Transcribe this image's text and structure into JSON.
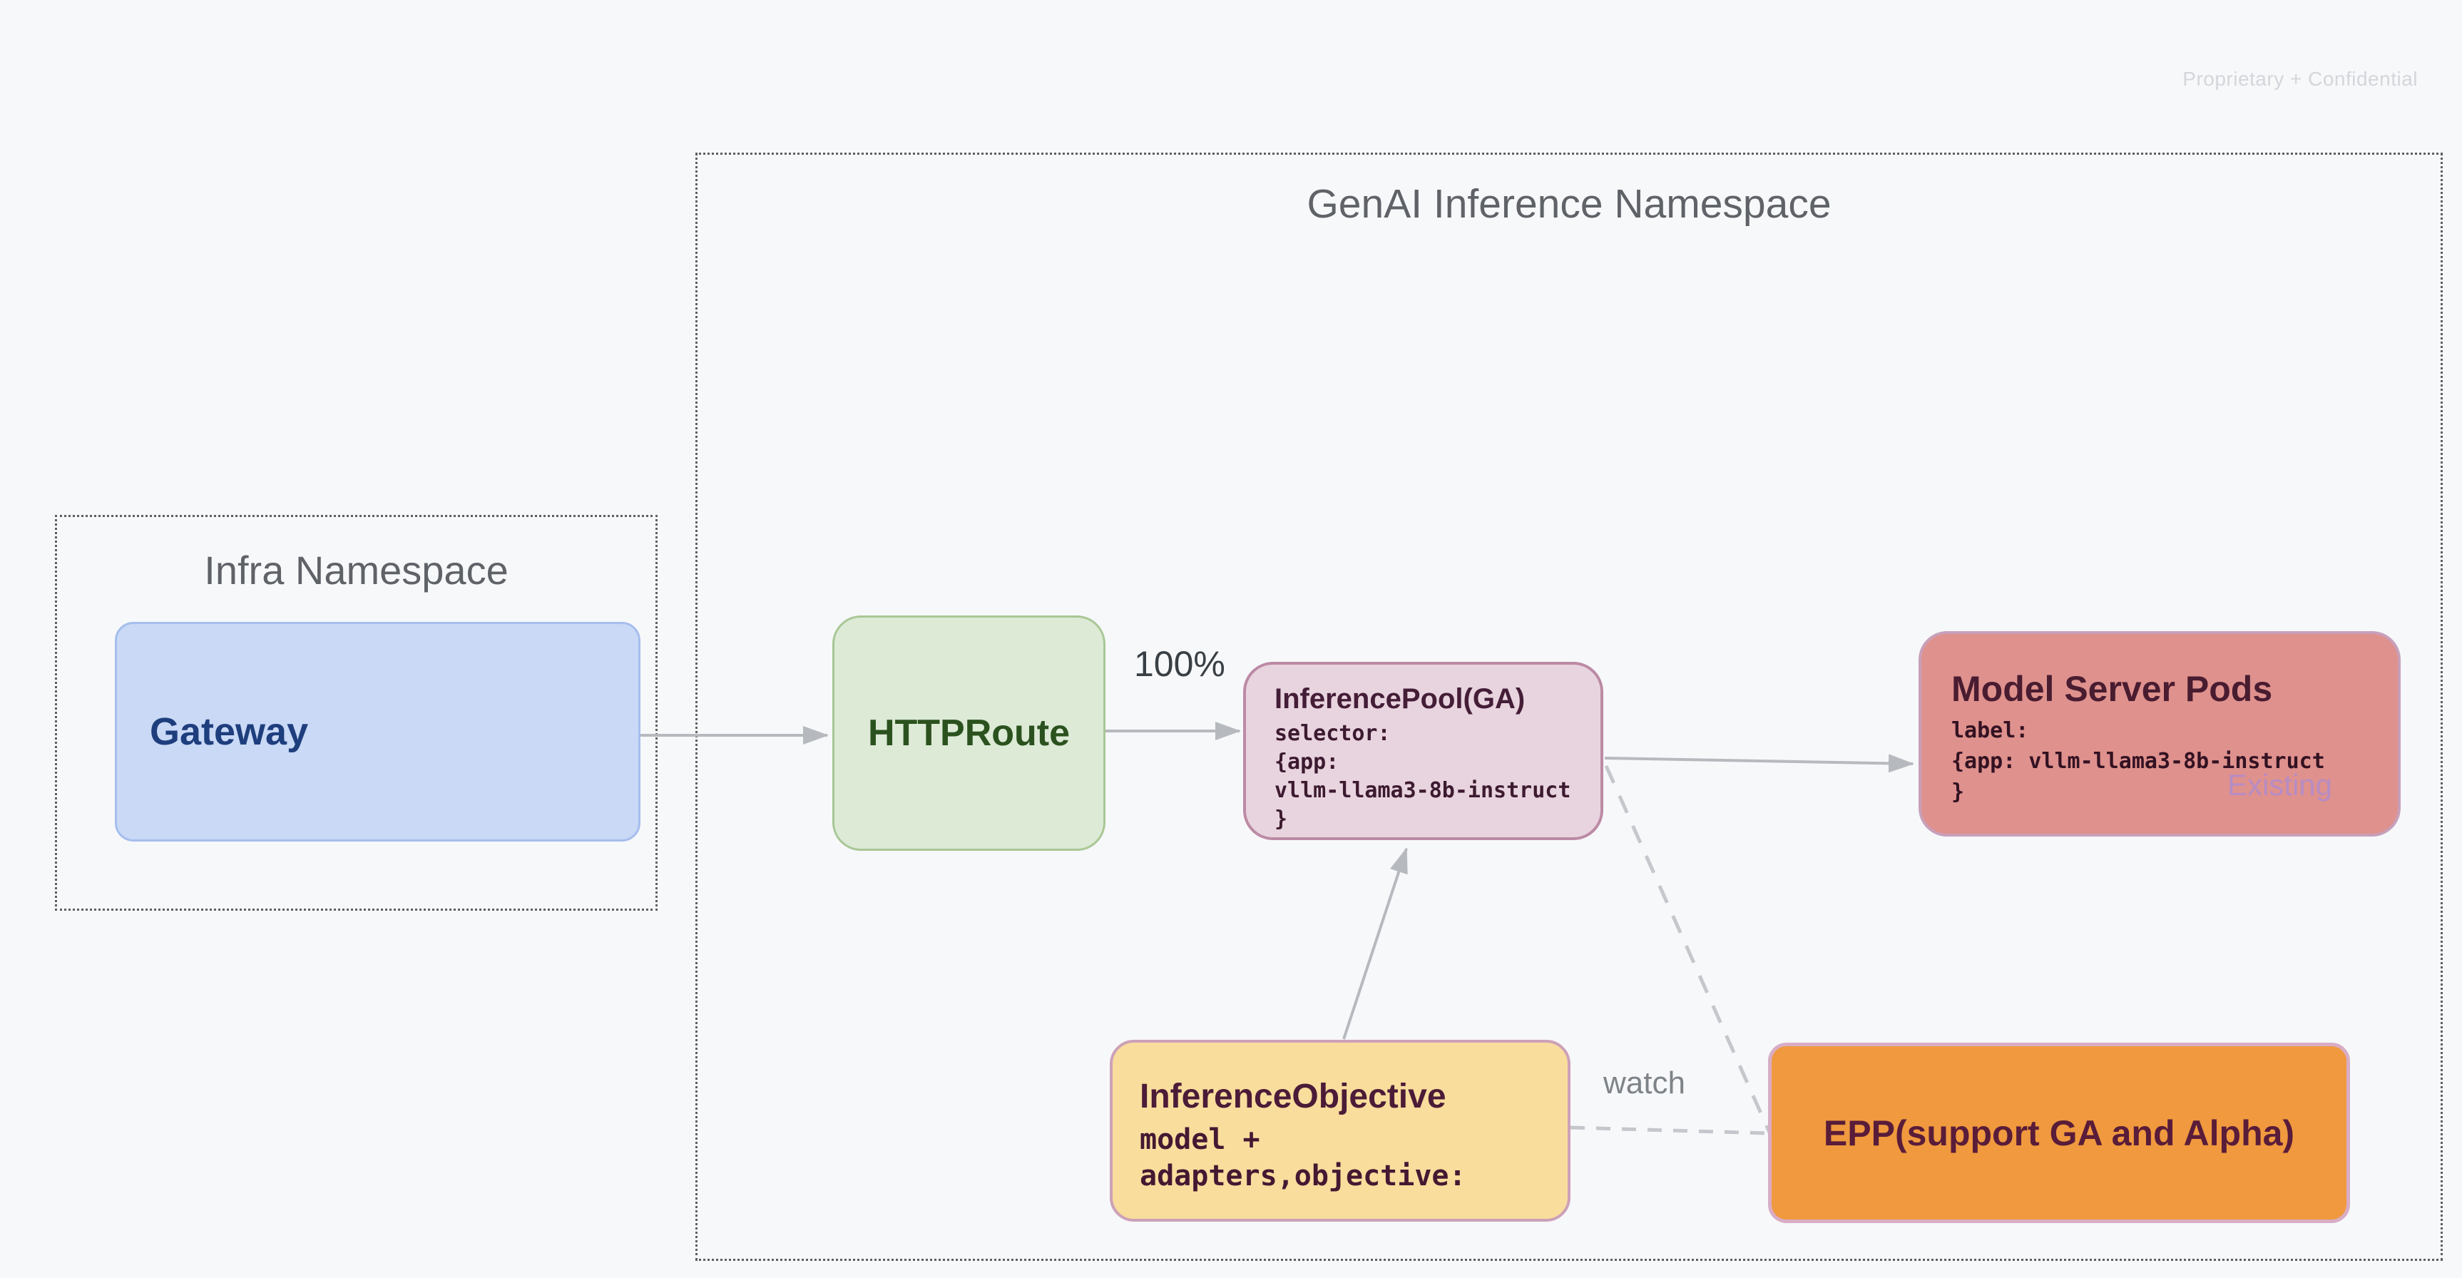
{
  "watermark": "Proprietary + Confidential",
  "namespaces": {
    "genai": {
      "title": "GenAI Inference Namespace"
    },
    "infra": {
      "title": "Infra Namespace"
    }
  },
  "nodes": {
    "gateway": {
      "title": "Gateway"
    },
    "httproute": {
      "title": "HTTPRoute"
    },
    "inference_pool": {
      "title": "InferencePool(GA)",
      "body": "selector:\n{app:\nvllm-llama3-8b-instruct\n}"
    },
    "model_server_pods": {
      "title": "Model Server Pods",
      "body": "label:\n{app: vllm-llama3-8b-instruct\n}",
      "status": "Existing"
    },
    "inference_objective": {
      "title": "InferenceObjective",
      "body": "model +\nadapters,objective:"
    },
    "epp": {
      "title": "EPP(support GA and Alpha)"
    }
  },
  "edge_labels": {
    "traffic_split": "100%",
    "watch": "watch"
  },
  "colors": {
    "background": "#f7f8fa",
    "namespace_border": "#5f5f5f",
    "namespace_title_text": "#5f6368",
    "gateway_fill": "#c9d9f6",
    "gateway_border": "#a6beee",
    "gateway_text": "#1e3e7d",
    "httproute_fill": "#dcead6",
    "httproute_border": "#a9c795",
    "httproute_text": "#2b521e",
    "inference_pool_fill": "#e8d4de",
    "inference_pool_border": "#bc8aa5",
    "model_server_pods_fill": "#df918d",
    "model_server_pods_border": "#c7a0ba",
    "inference_objective_fill": "#f8dd9d",
    "inference_objective_border": "#cda1b8",
    "epp_fill": "#f0993e",
    "epp_border": "#d8adc5",
    "node_text_dark": "#44122e",
    "edge_gray": "#b6b9be",
    "dashed_gray": "#c4c7cb",
    "existing_text": "#b78cc4",
    "watermark_text": "#d3d6da"
  }
}
